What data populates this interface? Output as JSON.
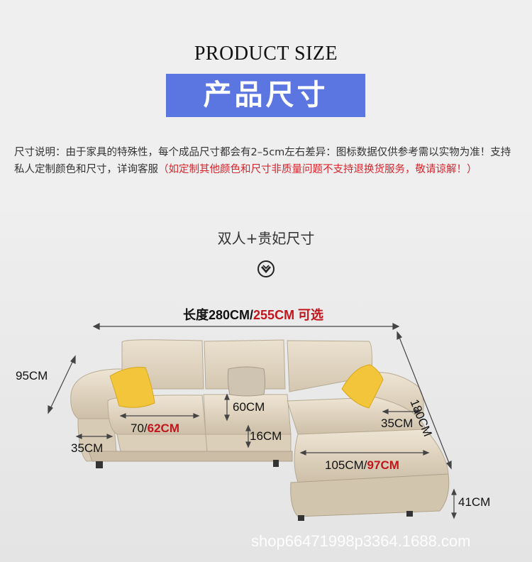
{
  "header": {
    "title_en": "PRODUCT SIZE",
    "title_cn": "产品尺寸"
  },
  "note": {
    "text": "尺寸说明：由于家具的特殊性，每个成品尺寸都会有2–5cm左右差异：图标数据仅供参考需以实物为准！支持私人定制颜色和尺寸，详询客服",
    "red_text": "（如定制其他颜色和尺寸非质量问题不支持退换货服务，敬请谅解！）"
  },
  "variant": {
    "label": "双人+贵妃尺寸"
  },
  "dimensions": {
    "length_prefix": "长度280CM/",
    "length_red": "255CM 可选",
    "height": "95CM",
    "depth": "180CM",
    "seat_width_black": "70/",
    "seat_width_red": "62CM",
    "back_height": "60CM",
    "cushion_thickness": "16CM",
    "arm_height": "35CM",
    "chaise_arm": "35CM",
    "chaise_black": "105CM/",
    "chaise_red": "97CM",
    "leg_height": "41CM"
  },
  "watermark": "shop66471998p3364.1688.com",
  "colors": {
    "accent_blue": "#5b76e0",
    "note_red": "#d9242c",
    "sofa_beige": "#e6dac6",
    "pillow_yellow": "#f2c53a"
  }
}
